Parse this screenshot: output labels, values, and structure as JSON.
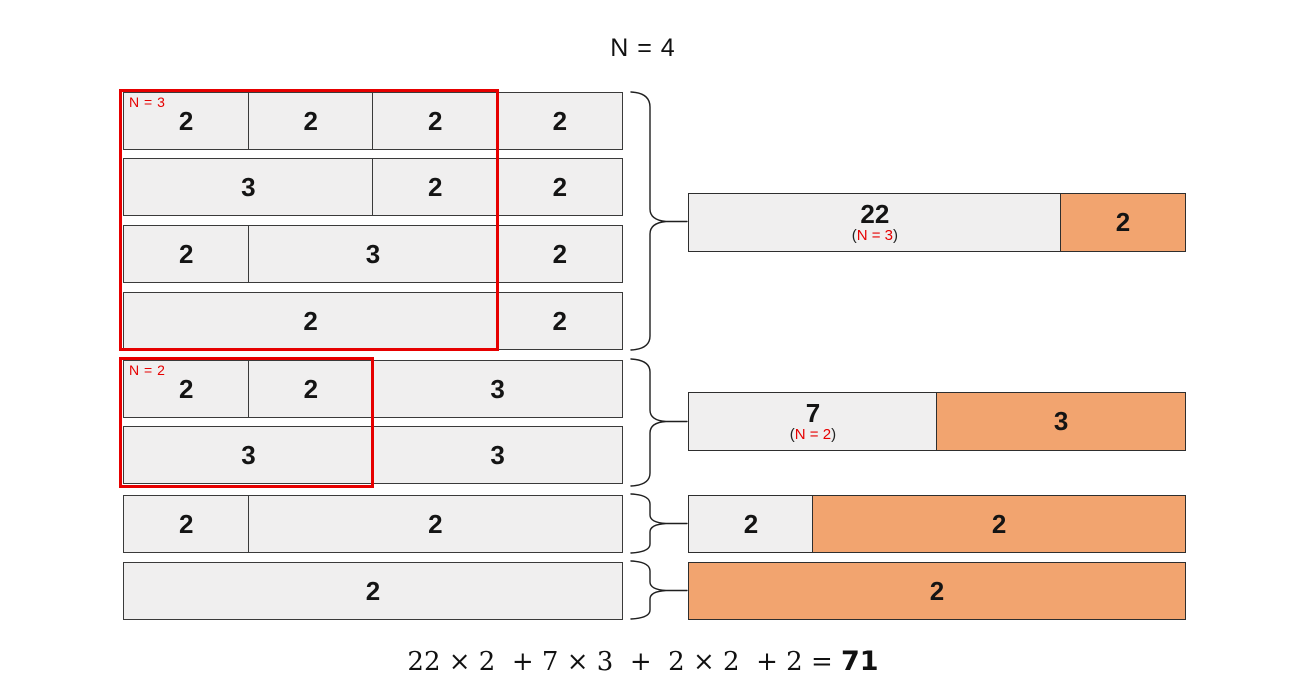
{
  "title": "N = 4",
  "colors": {
    "gray_fill": "#f0efef",
    "orange_fill": "#f2a46f",
    "red_accent": "#e60000",
    "border_dark": "#3a3a3a"
  },
  "left_panel": {
    "rows": [
      {
        "cells": [
          {
            "label": "2",
            "span": 1
          },
          {
            "label": "2",
            "span": 1
          },
          {
            "label": "2",
            "span": 1
          },
          {
            "label": "2",
            "span": 1
          }
        ]
      },
      {
        "cells": [
          {
            "label": "3",
            "span": 2
          },
          {
            "label": "2",
            "span": 1
          },
          {
            "label": "2",
            "span": 1
          }
        ]
      },
      {
        "cells": [
          {
            "label": "2",
            "span": 1
          },
          {
            "label": "3",
            "span": 2
          },
          {
            "label": "2",
            "span": 1
          }
        ]
      },
      {
        "cells": [
          {
            "label": "2",
            "span": 3
          },
          {
            "label": "2",
            "span": 1
          }
        ]
      },
      {
        "cells": [
          {
            "label": "2",
            "span": 1
          },
          {
            "label": "2",
            "span": 1
          },
          {
            "label": "3",
            "span": 2
          }
        ]
      },
      {
        "cells": [
          {
            "label": "3",
            "span": 2
          },
          {
            "label": "3",
            "span": 2
          }
        ]
      },
      {
        "cells": [
          {
            "label": "2",
            "span": 1
          },
          {
            "label": "2",
            "span": 3
          }
        ]
      },
      {
        "cells": [
          {
            "label": "2",
            "span": 4
          }
        ]
      }
    ],
    "highlights": [
      {
        "label": "N = 3"
      },
      {
        "label": "N = 2"
      }
    ]
  },
  "right_panel": {
    "bars": [
      {
        "segments": [
          {
            "label": "22",
            "sub_prefix": "(",
            "sub_text": "N = 3",
            "sub_suffix": ")",
            "color": "gray",
            "span": 3
          },
          {
            "label": "2",
            "color": "orange",
            "span": 1
          }
        ]
      },
      {
        "segments": [
          {
            "label": "7",
            "sub_prefix": "(",
            "sub_text": "N = 2",
            "sub_suffix": ")",
            "color": "gray",
            "span": 1
          },
          {
            "label": "3",
            "color": "orange",
            "span": 1
          }
        ]
      },
      {
        "segments": [
          {
            "label": "2",
            "color": "gray",
            "span": 1
          },
          {
            "label": "2",
            "color": "orange",
            "span": 3
          }
        ]
      },
      {
        "segments": [
          {
            "label": "2",
            "color": "orange",
            "span": 1
          }
        ]
      }
    ]
  },
  "equation": {
    "expression": "22 × 2  + 7 × 3  +  2 × 2  + 2 = ",
    "result": "71"
  }
}
